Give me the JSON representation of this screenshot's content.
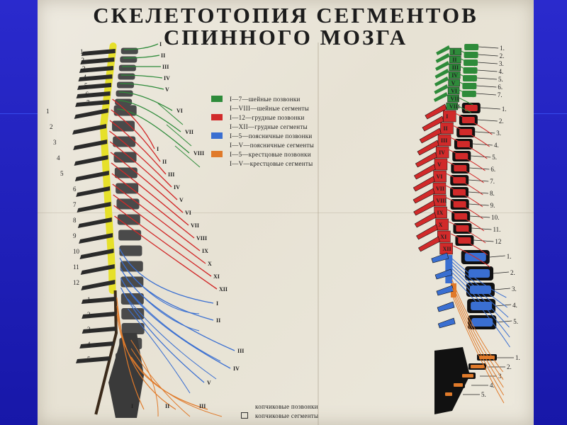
{
  "title": {
    "line1": "СКЕЛЕТОТОПИЯ СЕГМЕНТОВ",
    "line2": "СПИННОГО МОЗГА"
  },
  "colors": {
    "cervical": "#2e8b3a",
    "thoracic": "#d12a2a",
    "lumbar": "#3a6fd1",
    "sacral": "#e07a2a",
    "bone": "#2a2a2a",
    "cord": "#e6e02a"
  },
  "legend": [
    {
      "color": "#2e8b3a",
      "text": "I—7—шейные позвонки"
    },
    {
      "color": "",
      "text": "I—VIII—шейные сегменты"
    },
    {
      "color": "#d12a2a",
      "text": "I—12—грудные позвонки"
    },
    {
      "color": "",
      "text": "I—XII—грудные сегменты"
    },
    {
      "color": "#3a6fd1",
      "text": "I—5—поясничные позвонки"
    },
    {
      "color": "",
      "text": "I—V—поясничные сегменты"
    },
    {
      "color": "#e07a2a",
      "text": "I—5—крестцовые позвонки"
    },
    {
      "color": "",
      "text": "I—V—крестцовые сегменты"
    }
  ],
  "coccygeal": {
    "vertebrae": "копчиковые позвонки",
    "segments": "копчиковые сегменты"
  },
  "left_vertebra_labels": {
    "cervical": [
      "1",
      "2",
      "3",
      "4",
      "5",
      "6",
      "7"
    ],
    "thoracic": [
      "1",
      "2",
      "3",
      "4",
      "5",
      "6",
      "7",
      "8",
      "9",
      "10",
      "11",
      "12"
    ],
    "lumbar": [
      "1",
      "2",
      "3",
      "4",
      "5"
    ]
  },
  "left_segment_labels": {
    "cervical": [
      "I",
      "II",
      "III",
      "IV",
      "V",
      "VI",
      "VII",
      "VIII"
    ],
    "thoracic": [
      "I",
      "II",
      "III",
      "IV",
      "V",
      "VI",
      "VII",
      "VIII",
      "IX",
      "X",
      "XI",
      "XII"
    ],
    "lumbar": [
      "I",
      "II",
      "III",
      "IV",
      "V"
    ],
    "sacral": [
      "I",
      "II",
      "III"
    ]
  },
  "right_vertebra_labels": {
    "cervical": [
      "1.",
      "2.",
      "3.",
      "4.",
      "5.",
      "6.",
      "7."
    ],
    "thoracic": [
      "1.",
      "2.",
      "3.",
      "4.",
      "5.",
      "6.",
      "7.",
      "8.",
      "9.",
      "10.",
      "11.",
      "12"
    ],
    "lumbar": [
      "1.",
      "2.",
      "3.",
      "4.",
      "5."
    ],
    "sacral": [
      "1.",
      "2.",
      "3.",
      "4.",
      "5."
    ]
  },
  "right_segment_labels": {
    "cervical": [
      "I",
      "II",
      "III",
      "IV",
      "V",
      "VI",
      "VII",
      "VIII"
    ],
    "thoracic": [
      "I",
      "II",
      "III",
      "IV",
      "V",
      "VI",
      "VII",
      "VIII",
      "IX",
      "X",
      "XI",
      "XII"
    ]
  }
}
